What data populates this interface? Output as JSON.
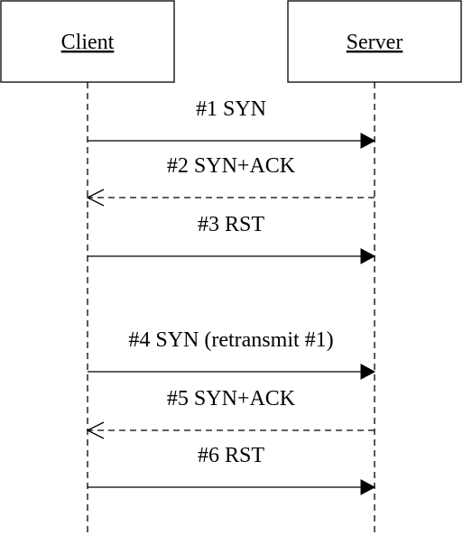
{
  "actors": [
    {
      "id": "client",
      "label": "Client"
    },
    {
      "id": "server",
      "label": "Server"
    }
  ],
  "messages": [
    {
      "label": "#1 SYN",
      "from": "client",
      "to": "server",
      "style": "solid"
    },
    {
      "label": "#2 SYN+ACK",
      "from": "server",
      "to": "client",
      "style": "dashed"
    },
    {
      "label": "#3 RST",
      "from": "client",
      "to": "server",
      "style": "solid"
    },
    {
      "label": "#4 SYN (retransmit #1)",
      "from": "client",
      "to": "server",
      "style": "solid"
    },
    {
      "label": "#5 SYN+ACK",
      "from": "server",
      "to": "client",
      "style": "dashed"
    },
    {
      "label": "#6 RST",
      "from": "client",
      "to": "server",
      "style": "solid"
    }
  ]
}
